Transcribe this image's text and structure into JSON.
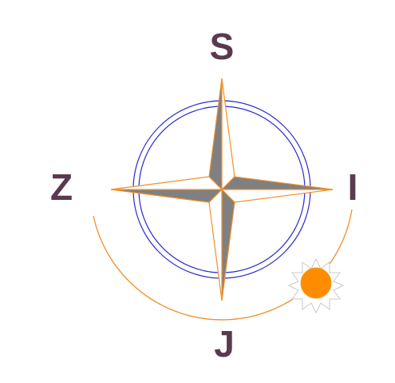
{
  "labels": {
    "north": "S",
    "west": "Z",
    "east": "I",
    "south": "J"
  },
  "icons": {
    "compass_rose": "compass-rose-icon",
    "sun": "sun-icon"
  },
  "colors": {
    "label_text": "#5a3a4e",
    "ring_stroke": "#2a2ad0",
    "star_outline": "#f0902a",
    "star_fill_dark": "#808080",
    "star_fill_light": "#ffffff",
    "sun_path": "#f0902a",
    "sun_disc": "#ff8c00",
    "sun_rays": "#c8c8c8"
  }
}
